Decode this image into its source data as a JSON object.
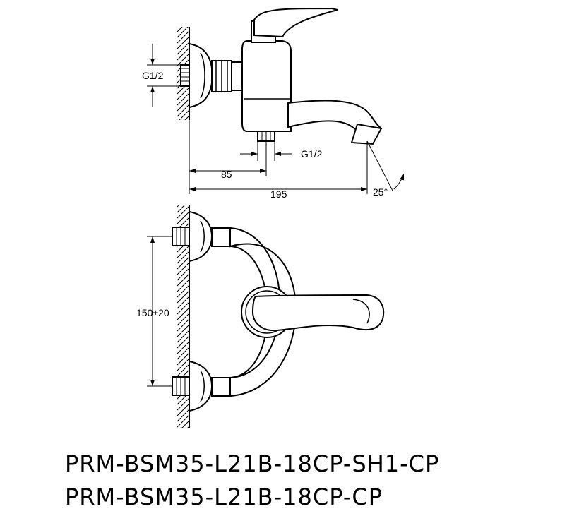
{
  "dimensions": {
    "inlet_thread": "G1/2",
    "outlet_thread": "G1/2",
    "inlet_to_outlet": "85",
    "total_projection": "195",
    "spout_angle": "25°",
    "center_distance": "150±20"
  },
  "model_codes": [
    "PRM-BSM35-L21B-18CP-SH1-CP",
    "PRM-BSM35-L21B-18CP-CP"
  ],
  "colors": {
    "line": "#000000",
    "background": "#ffffff"
  }
}
